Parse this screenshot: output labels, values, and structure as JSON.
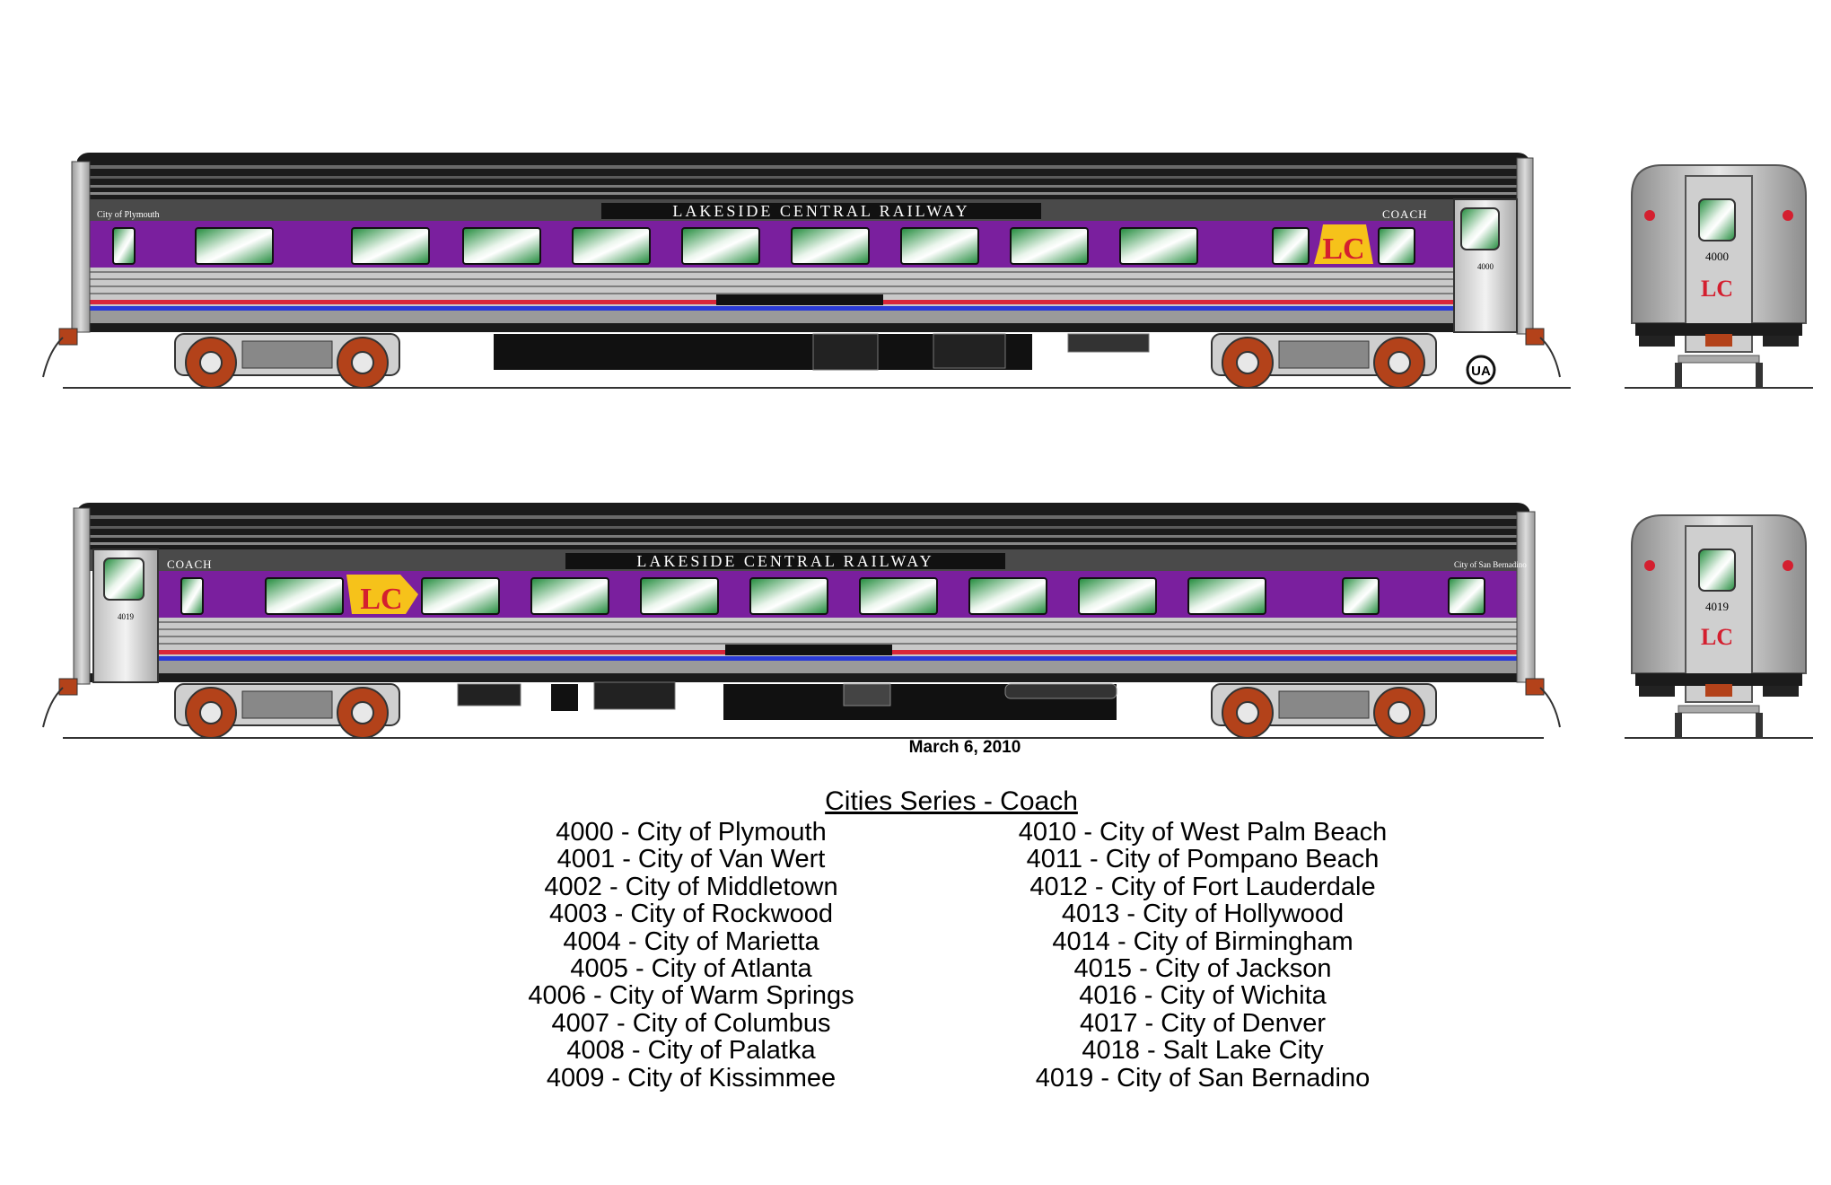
{
  "colors": {
    "purple": "#7a1f9e",
    "red_stripe": "#d8263a",
    "blue_stripe": "#2a3bd6",
    "roof": "#1e1e1e",
    "silver": "#b8b8b8",
    "truck_red": "#b3421a",
    "logo_yellow": "#f6c21a",
    "logo_red": "#d41f2f"
  },
  "railroad_name": "LAKESIDE CENTRAL RAILWAY",
  "logo_text": "LC",
  "car_top": {
    "name": "City of Plymouth",
    "class": "COACH",
    "number": "4000",
    "end_number": "4000",
    "builder_mark": "UA"
  },
  "car_bottom": {
    "name": "City of San Bernadino",
    "class": "COACH",
    "number": "4019",
    "end_number": "4019"
  },
  "date": "March 6, 2010",
  "roster": {
    "title": "Cities Series - Coach",
    "left": [
      "4000 - City of Plymouth",
      "4001 - City of Van Wert",
      "4002 - City of Middletown",
      "4003 - City of Rockwood",
      "4004 - City of Marietta",
      "4005 - City of Atlanta",
      "4006 - City of Warm Springs",
      "4007 - City of Columbus",
      "4008 - City of Palatka",
      "4009 - City of Kissimmee"
    ],
    "right": [
      "4010 - City of West Palm Beach",
      "4011 - City of Pompano Beach",
      "4012 - City of Fort Lauderdale",
      "4013 - City of Hollywood",
      "4014 - City of Birmingham",
      "4015 - City of Jackson",
      "4016 - City of Wichita",
      "4017 - City of Denver",
      "4018 - Salt Lake City",
      "4019 - City of San Bernadino"
    ]
  }
}
